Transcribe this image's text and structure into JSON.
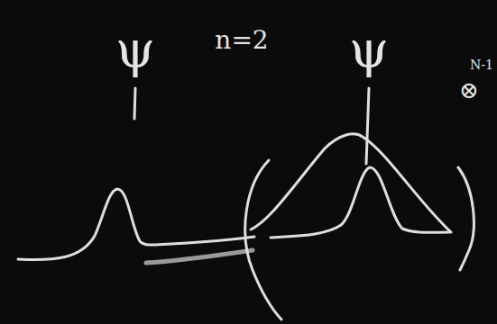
{
  "diagram": {
    "labels": [
      "ψ",
      "n=2",
      "ψ",
      "⊗",
      "N-1"
    ]
  }
}
